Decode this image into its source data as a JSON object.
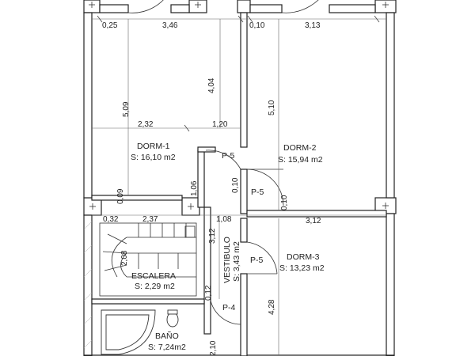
{
  "rooms": {
    "dorm1": {
      "name": "DORM-1",
      "area": "S: 16,10 m2"
    },
    "dorm2": {
      "name": "DORM-2",
      "area": "S: 15,94 m2"
    },
    "dorm3": {
      "name": "DORM-3",
      "area": "S: 13,23 m2"
    },
    "escalera": {
      "name": "ESCALERA",
      "area": "S: 2,29 m2"
    },
    "vestibulo": {
      "name": "VESTIBULO",
      "area": "S: 3,43 m2"
    },
    "bano": {
      "name": "BAÑO",
      "area": "S: 7,24m2"
    }
  },
  "doors": {
    "p5_top": "P-5",
    "p5_mid": "P-5",
    "p5_low": "P-5",
    "p4": "P-4"
  },
  "dimensions": {
    "d_025": "0,25",
    "d_346": "3,46",
    "d_010_top": "0,10",
    "d_313": "3,13",
    "d_509": "5,09",
    "d_404": "4,04",
    "d_510": "5,10",
    "d_232": "2,32",
    "d_120": "1,20",
    "d_009": "0,09",
    "d_106": "1,06",
    "d_010_mid": "0,10",
    "d_010_right": "0,10",
    "d_032": "0,32",
    "d_237": "2,37",
    "d_108": "1,08",
    "d_312_h": "3,12",
    "d_312_v": "3,12",
    "d_208": "2,08",
    "d_012": "0,12",
    "d_428": "4,28",
    "d_210": "2,10"
  }
}
